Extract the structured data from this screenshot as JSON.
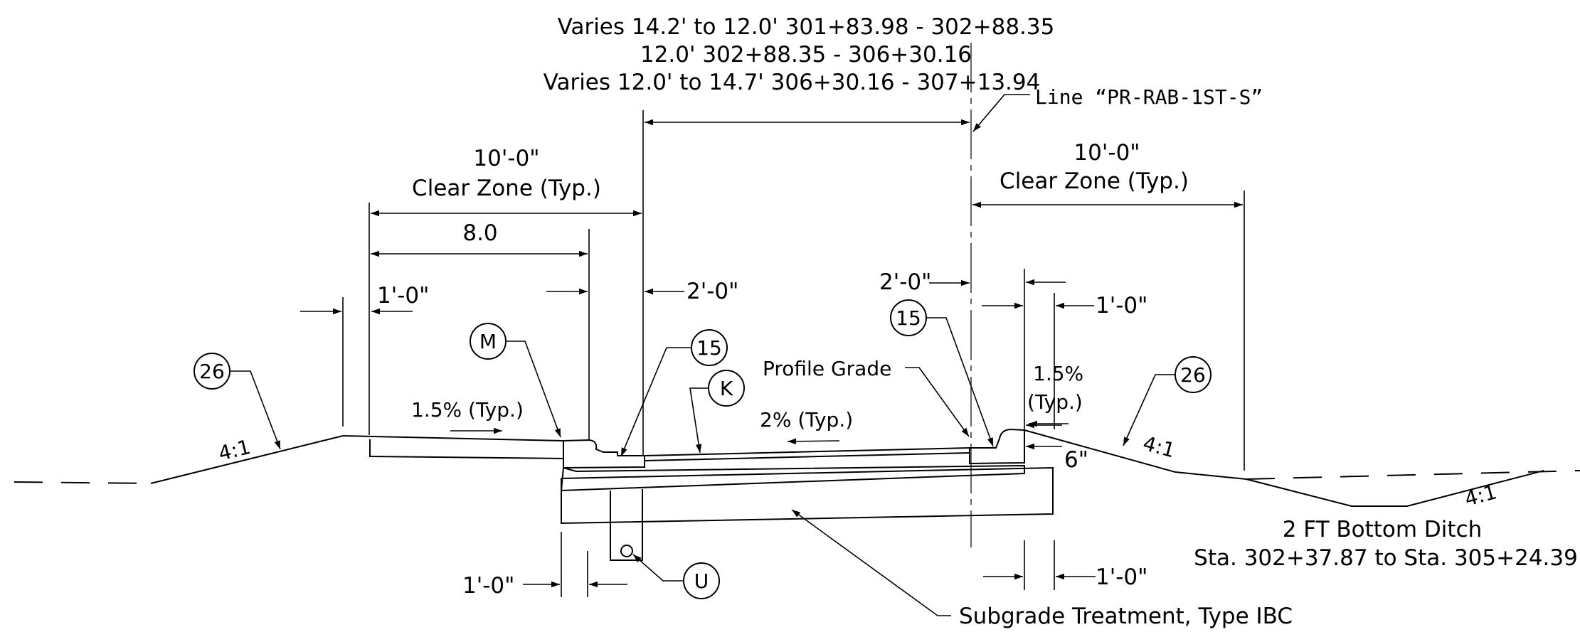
{
  "top_dimension": {
    "line1": "Varies 14.2' to 12.0' 301+83.98 - 302+88.35",
    "line2": "12.0' 302+88.35 - 306+30.16",
    "line3": "Varies 12.0' to 14.7' 306+30.16 - 307+13.94"
  },
  "alignment_label": "Line “PR-RAB-1ST-S”",
  "clear_zone_left": {
    "dim": "10'-0\"",
    "label": "Clear Zone (Typ.)"
  },
  "clear_zone_right": {
    "dim": "10'-0\"",
    "label": "Clear Zone (Typ.)"
  },
  "dim_8": "8.0",
  "dim_1ft_left": "1'-0\"",
  "dim_2ft_left": "2'-0\"",
  "dim_2ft_right": "2'-0\"",
  "dim_1ft_right_top": "1'-0\"",
  "dim_1ft_bottom_left": "1'-0\"",
  "dim_1ft_bottom_right": "1'-0\"",
  "dim_6in": "6\"",
  "slope_left": "4:1",
  "slope_right_1": "4:1",
  "slope_right_2": "4:1",
  "shoulder_slope_left": "1.5% (Typ.)",
  "shoulder_slope_right_1": "1.5%",
  "shoulder_slope_right_2": "(Typ.)",
  "lane_slope": "2% (Typ.)",
  "profile_grade": "Profile Grade",
  "ditch_line1": "2 FT Bottom Ditch",
  "ditch_line2": "Sta. 302+37.87 to Sta. 305+24.39",
  "subgrade": "Subgrade Treatment, Type IBC",
  "callouts": {
    "c26_left": "26",
    "c26_right": "26",
    "c15_left": "15",
    "c15_right": "15",
    "cM": "M",
    "cK": "K",
    "cU": "U"
  }
}
